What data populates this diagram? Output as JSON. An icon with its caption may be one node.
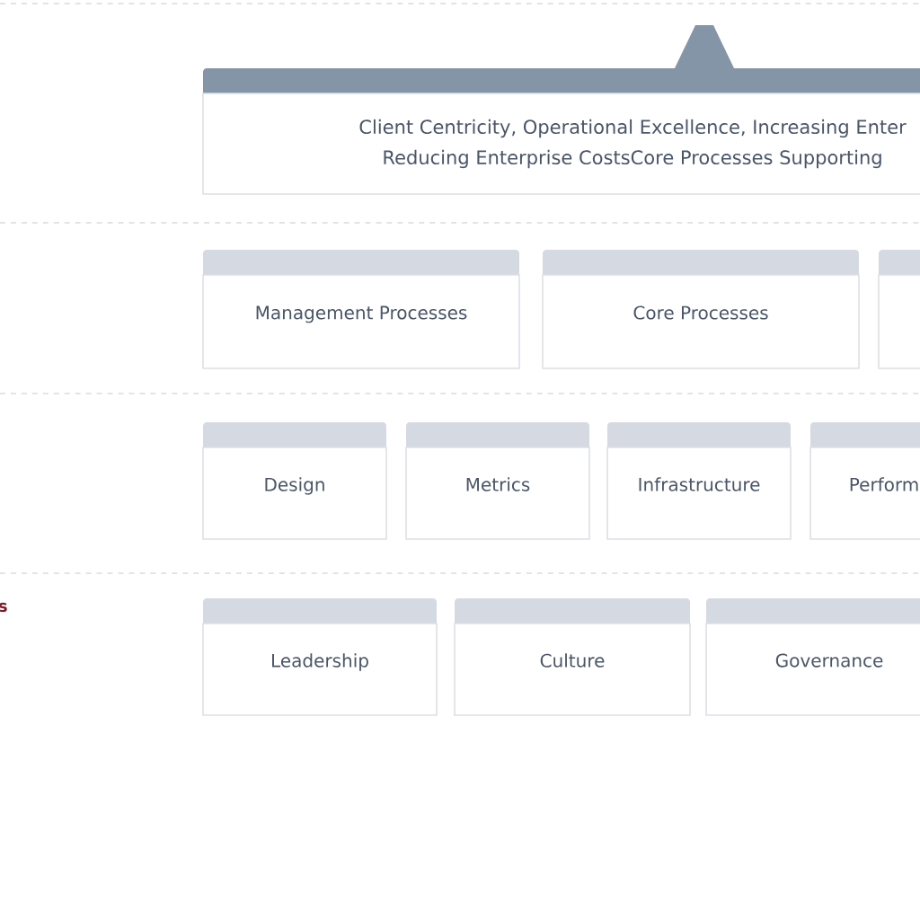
{
  "diagram": {
    "nodes": [
      {
        "text": [
          "Client Centricity, Operational Excellence, Increasing Enter Reducing Enterprise CostsCore Processes Supporting"
        ]
      },
      {
        "text": [
          "Management Processes"
        ]
      },
      {
        "text": [
          "Core Processes"
        ]
      },
      {
        "text": [],
        "shape": "box"
      },
      {
        "text": [
          "Design"
        ]
      },
      {
        "text": [
          "Metrics"
        ]
      },
      {
        "text": [
          "Infrastructure"
        ]
      },
      {
        "text": [
          "Perform"
        ]
      },
      {
        "text": [
          "Leadership"
        ]
      },
      {
        "text": [
          "Culture"
        ]
      },
      {
        "text": [
          "Governance"
        ]
      }
    ],
    "labels": [
      "s"
    ]
  }
}
